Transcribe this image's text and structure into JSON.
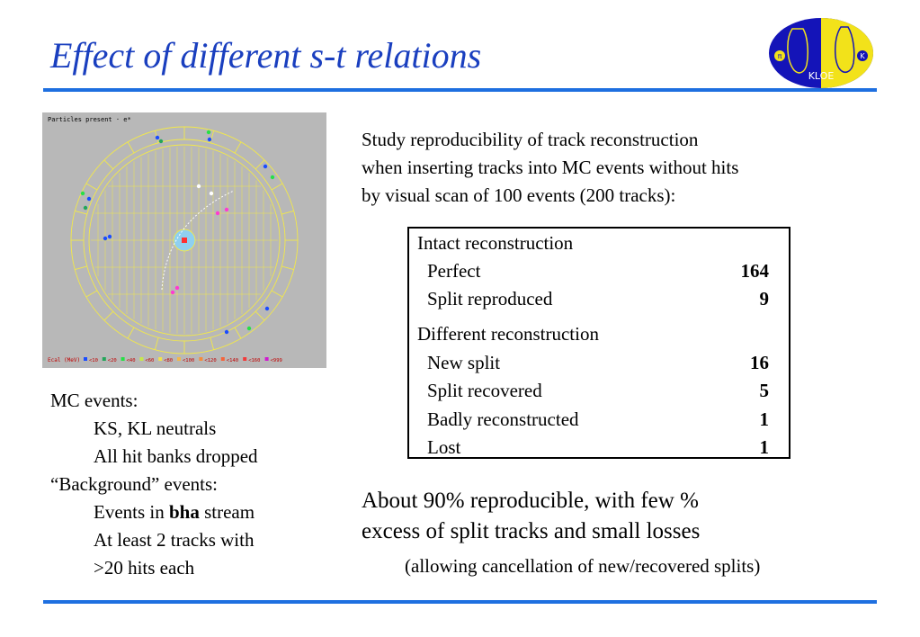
{
  "slide": {
    "title": "Effect of different s-t relations",
    "accent_color": "#1e6fe0",
    "title_color": "#1a3fbf"
  },
  "logo": {
    "text": "KLOE",
    "left_badge": "π",
    "right_badge": "K"
  },
  "event_display": {
    "caption": "Particles present · e*",
    "legend_label": "Ecal (MeV)",
    "legend_items": [
      {
        "label": "<10",
        "color": "#1a4cff"
      },
      {
        "label": "<20",
        "color": "#23a65a"
      },
      {
        "label": "<40",
        "color": "#27e046"
      },
      {
        "label": "<60",
        "color": "#c7e84a"
      },
      {
        "label": "<80",
        "color": "#f2e34a"
      },
      {
        "label": "<100",
        "color": "#f2b84a"
      },
      {
        "label": "<120",
        "color": "#f58c3a"
      },
      {
        "label": "<140",
        "color": "#f5643a"
      },
      {
        "label": "<160",
        "color": "#f23a3a"
      },
      {
        "label": "<999",
        "color": "#d01ad0"
      }
    ]
  },
  "mc_notes": {
    "mc_heading": "MC events:",
    "mc_line1": "KS, KL neutrals",
    "mc_line2": "All hit banks dropped",
    "bg_heading": "“Background” events:",
    "bg_line1_prefix": "Events in ",
    "bg_line1_bold": "bha",
    "bg_line1_suffix": " stream",
    "bg_line2": "At least 2 tracks with",
    "bg_line3": ">20 hits each"
  },
  "intro": {
    "line1": "Study reproducibility of track reconstruction",
    "line2": "when inserting tracks into MC events without hits",
    "line3": "by visual scan of 100 events (200 tracks):"
  },
  "results": {
    "intact_heading": "Intact reconstruction",
    "intact_rows": [
      {
        "label": "Perfect",
        "value": "164"
      },
      {
        "label": "Split reproduced",
        "value": "9"
      }
    ],
    "different_heading": "Different reconstruction",
    "different_rows": [
      {
        "label": "New split",
        "value": "16"
      },
      {
        "label": "Split recovered",
        "value": "5"
      },
      {
        "label": "Badly reconstructed",
        "value": "1"
      },
      {
        "label": "Lost",
        "value": "1"
      }
    ]
  },
  "conclusion": {
    "line1": "About 90% reproducible, with few %",
    "line2": "excess of split tracks and small losses",
    "note": "(allowing cancellation of new/recovered splits)"
  }
}
